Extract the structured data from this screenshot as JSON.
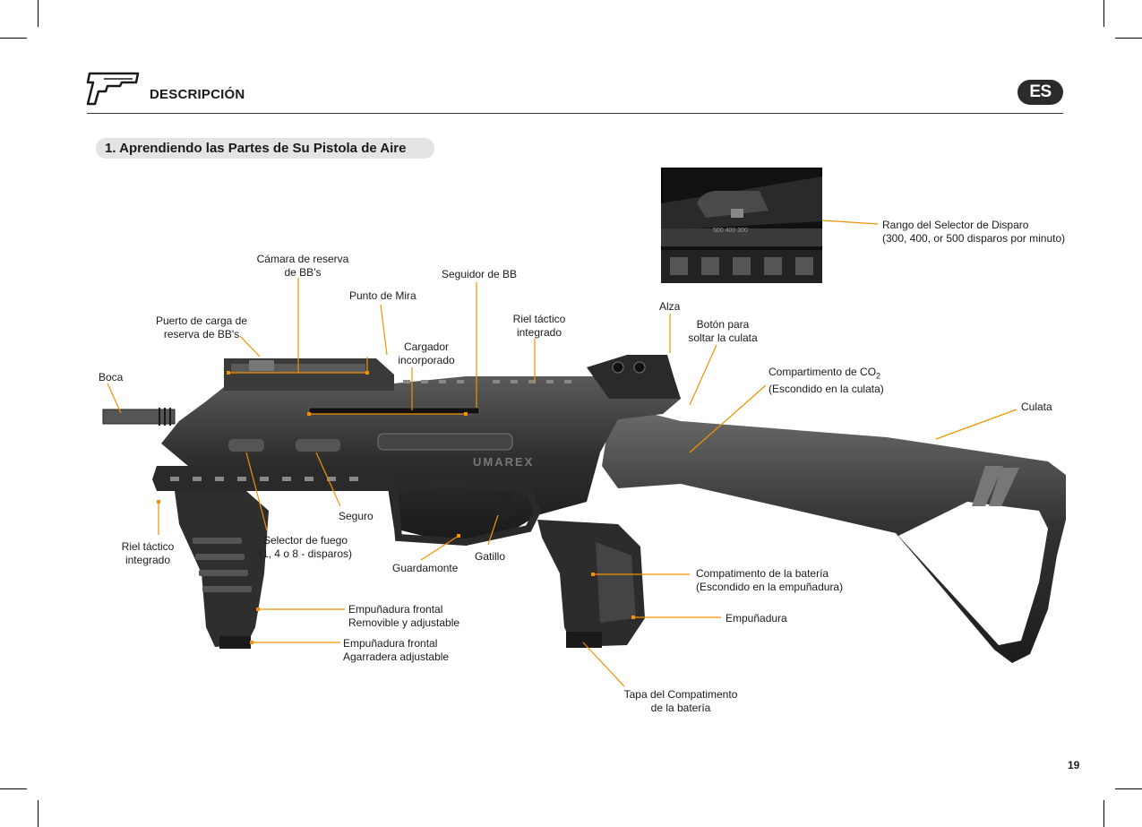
{
  "header": {
    "title": "DESCRIPCIÓN",
    "language_badge": "ES"
  },
  "section": {
    "title": "1. Aprendiendo las Partes de Su Pistola de Aire"
  },
  "page_number": "19",
  "inset": {
    "scale_text": "500  400  300"
  },
  "rifle": {
    "brand_text": "UMAREX"
  },
  "labels": {
    "camara": [
      "Cámara de reserva",
      "de BB's"
    ],
    "punto_mira": "Punto de Mira",
    "seguidor": "Seguidor de BB",
    "puerto": [
      "Puerto de carga de",
      "reserva de BB's"
    ],
    "cargador": [
      "Cargador",
      "incorporado"
    ],
    "riel_top": [
      "Riel táctico",
      "integrado"
    ],
    "alza": "Alza",
    "boton": [
      "Botón para",
      "soltar la culata"
    ],
    "rango": [
      "Rango del Selector de Disparo",
      "(300, 400, or 500 disparos por minuto)"
    ],
    "co2": [
      "Compartimento de CO",
      "2",
      "(Escondido en la culata)"
    ],
    "boca": "Boca",
    "culata": "Culata",
    "seguro": "Seguro",
    "riel_bottom": [
      "Riel táctico",
      "integrado"
    ],
    "selector": [
      "Selector de fuego",
      "(1, 4 o 8 - disparos)"
    ],
    "gatillo": "Gatillo",
    "guardamonte": "Guardamonte",
    "bateria": [
      "Compatimento de la batería",
      "(Escondido en la empuñadura)"
    ],
    "empunadura": "Empuñadura",
    "frontal1": [
      "Empuñadura frontal",
      "Removible y adjustable"
    ],
    "frontal2": [
      "Empuñadura frontal",
      "Agarradera adjustable"
    ],
    "tapa": [
      "Tapa del Compatimento",
      "de la batería"
    ]
  },
  "colors": {
    "accent_line": "#f39200",
    "badge": "#2b2b2b",
    "section_bg": "#e4e4e4"
  }
}
